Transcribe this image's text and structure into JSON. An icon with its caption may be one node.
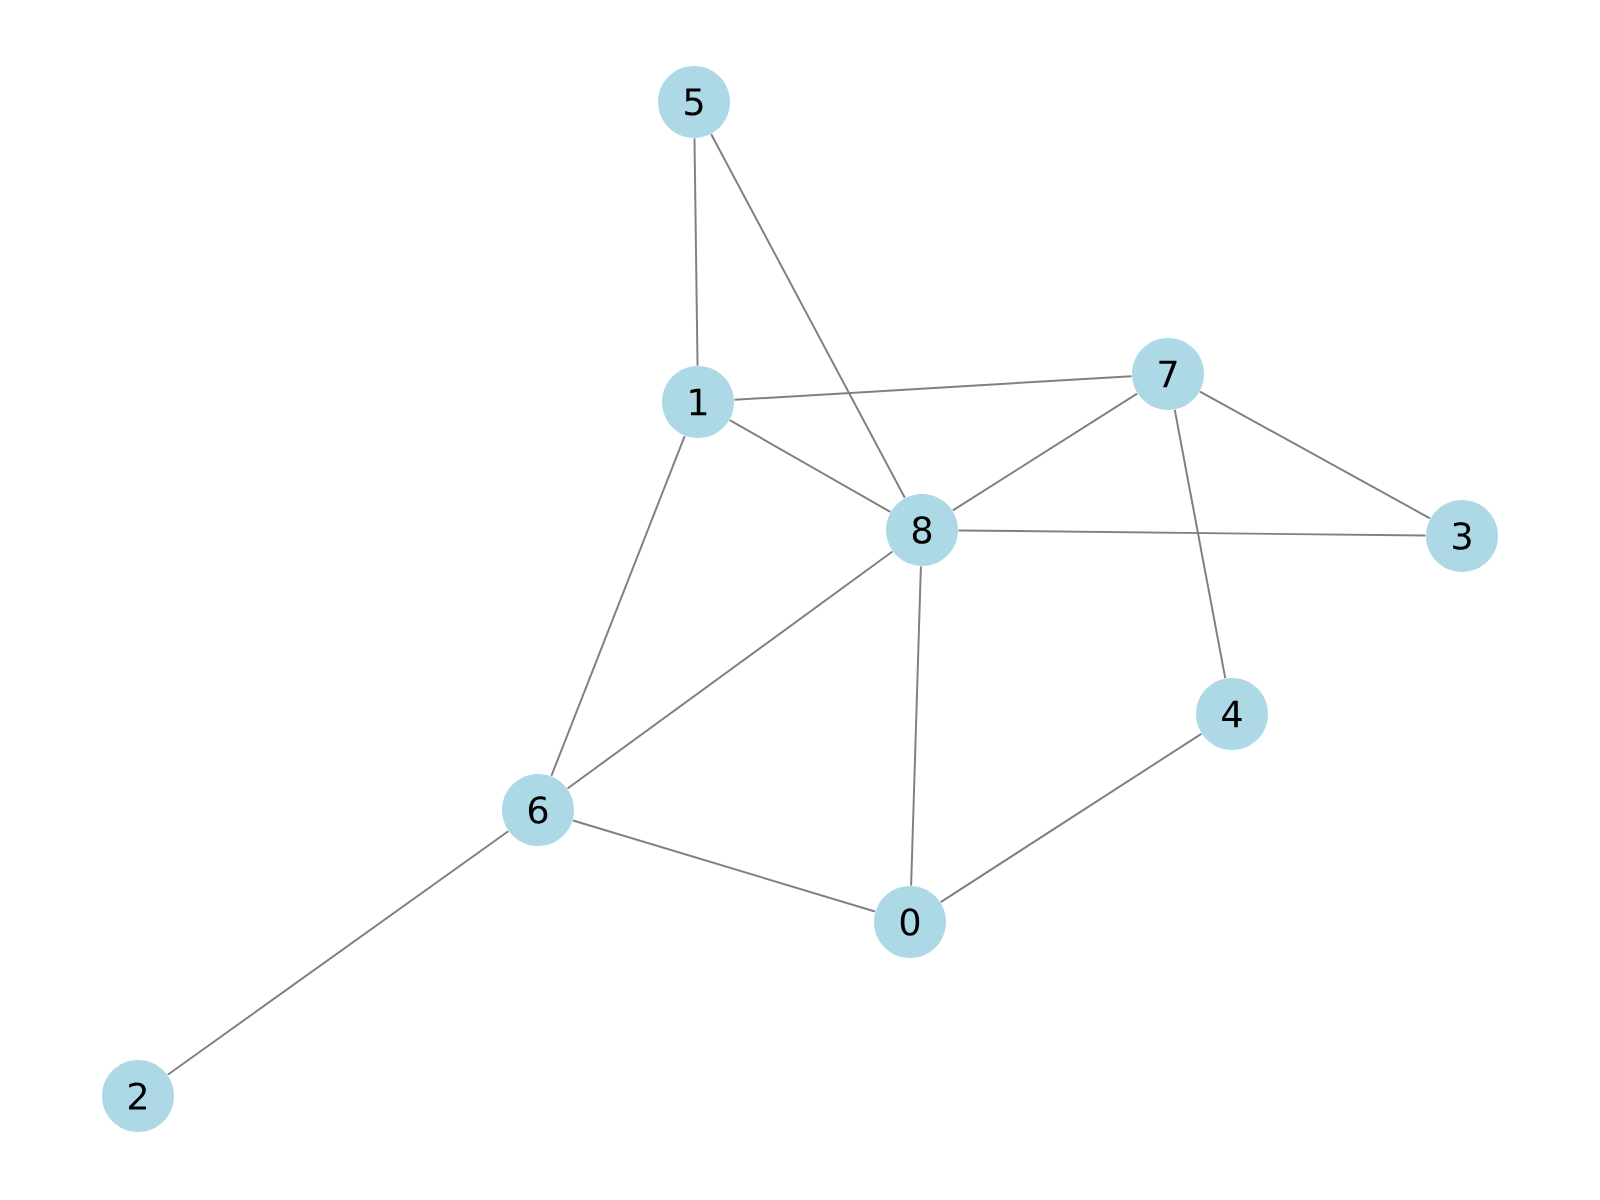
{
  "diagram": {
    "nodes": [
      {
        "text": [
          "0"
        ]
      },
      {
        "text": [
          "1"
        ]
      },
      {
        "text": [
          "2"
        ]
      },
      {
        "text": [
          "3"
        ]
      },
      {
        "text": [
          "4"
        ]
      },
      {
        "text": [
          "5"
        ]
      },
      {
        "text": [
          "6"
        ]
      },
      {
        "text": [
          "7"
        ]
      },
      {
        "text": [
          "8"
        ]
      }
    ],
    "edges": [
      {
        "from": 5,
        "to": 1,
        "arrow": "none"
      },
      {
        "from": 5,
        "to": 8,
        "arrow": "none"
      },
      {
        "from": 1,
        "to": 7,
        "arrow": "none"
      },
      {
        "from": 1,
        "to": 8,
        "arrow": "none"
      },
      {
        "from": 1,
        "to": 6,
        "arrow": "none"
      },
      {
        "from": 7,
        "to": 8,
        "arrow": "none"
      },
      {
        "from": 7,
        "to": 3,
        "arrow": "none"
      },
      {
        "from": 7,
        "to": 4,
        "arrow": "none"
      },
      {
        "from": 8,
        "to": 3,
        "arrow": "none"
      },
      {
        "from": 8,
        "to": 6,
        "arrow": "none"
      },
      {
        "from": 8,
        "to": 0,
        "arrow": "none"
      },
      {
        "from": 6,
        "to": 0,
        "arrow": "none"
      },
      {
        "from": 6,
        "to": 2,
        "arrow": "none"
      },
      {
        "from": 4,
        "to": 0,
        "arrow": "none"
      }
    ]
  }
}
